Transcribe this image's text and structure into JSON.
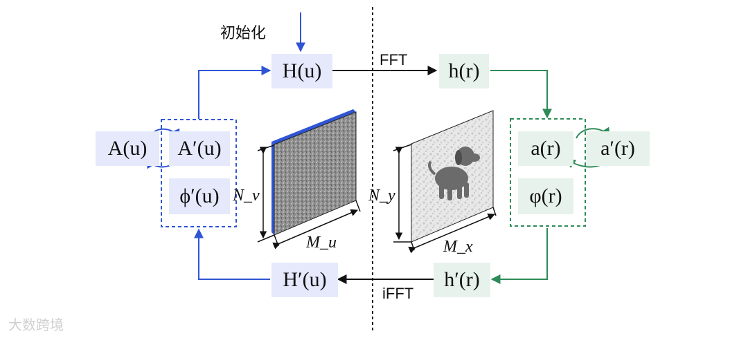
{
  "labels": {
    "init": "初始化",
    "fft": "FFT",
    "ifft": "iFFT"
  },
  "nodes": {
    "H_u": "H(u)",
    "h_r": "h(r)",
    "A_u": "A(u)",
    "Ap_u": "A′(u)",
    "phip_u": "ϕ′(u)",
    "a_r": "a(r)",
    "ap_r": "a′(r)",
    "phi_r": "φ(r)",
    "Hp_u": "H′(u)",
    "hp_r": "h′(r)"
  },
  "dims": {
    "left_height": "N_v",
    "left_width": "M_u",
    "right_height": "N_y",
    "right_width": "M_x"
  },
  "watermark": "大数跨境",
  "colors": {
    "blue": "#2f55d4",
    "green": "#2e8b57",
    "blue_fill": "#e6e9fb",
    "green_fill": "#e7f2ec"
  }
}
